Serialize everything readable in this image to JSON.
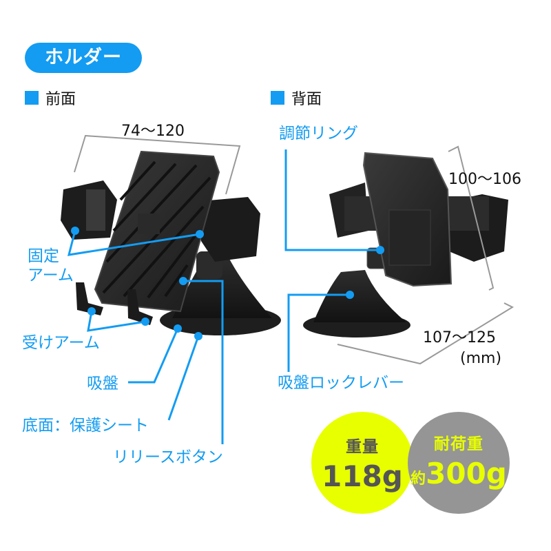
{
  "badge": {
    "label": "ホルダー"
  },
  "sections": {
    "front": {
      "title": "前面"
    },
    "back": {
      "title": "背面"
    }
  },
  "dimensions": {
    "front_width": "74〜120",
    "back_height": "100〜106",
    "back_depth": "107〜125",
    "unit": "(mm)"
  },
  "callouts": {
    "fixed_arm_line1": "固定",
    "fixed_arm_line2": "アーム",
    "receiving_arm": "受けアーム",
    "suction_cup": "吸盤",
    "bottom_sheet": "底面：保護シート",
    "release_button": "リリースボタン",
    "adjust_ring": "調節リング",
    "suction_lock_lever": "吸盤ロックレバー"
  },
  "specs": {
    "weight": {
      "label": "重量",
      "value": "118g",
      "color": "#e8ff00"
    },
    "load": {
      "label": "耐荷重",
      "prefix": "約",
      "value": "300g",
      "color": "#959595"
    }
  },
  "colors": {
    "accent": "#139cf2",
    "product": "#2a2a2a"
  }
}
